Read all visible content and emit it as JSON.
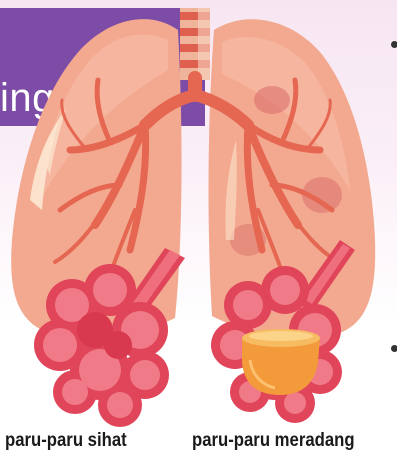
{
  "banner": {
    "text": "ing?"
  },
  "captions": {
    "healthy": "paru-paru sihat",
    "inflamed": "paru-paru meradang"
  },
  "colors": {
    "banner": "#7c4ca6",
    "lung": "#f3a98f",
    "bronchi": "#e56752",
    "alveoli": "#e0455a",
    "fluid": "#f39a3a",
    "inflammation": "#d86a6a"
  },
  "icons": {
    "trachea": "trachea-icon",
    "left_lung": "left-lung-icon",
    "right_lung": "right-lung-icon",
    "healthy_alveoli": "healthy-alveoli-icon",
    "inflamed_alveoli": "inflamed-alveoli-icon"
  }
}
